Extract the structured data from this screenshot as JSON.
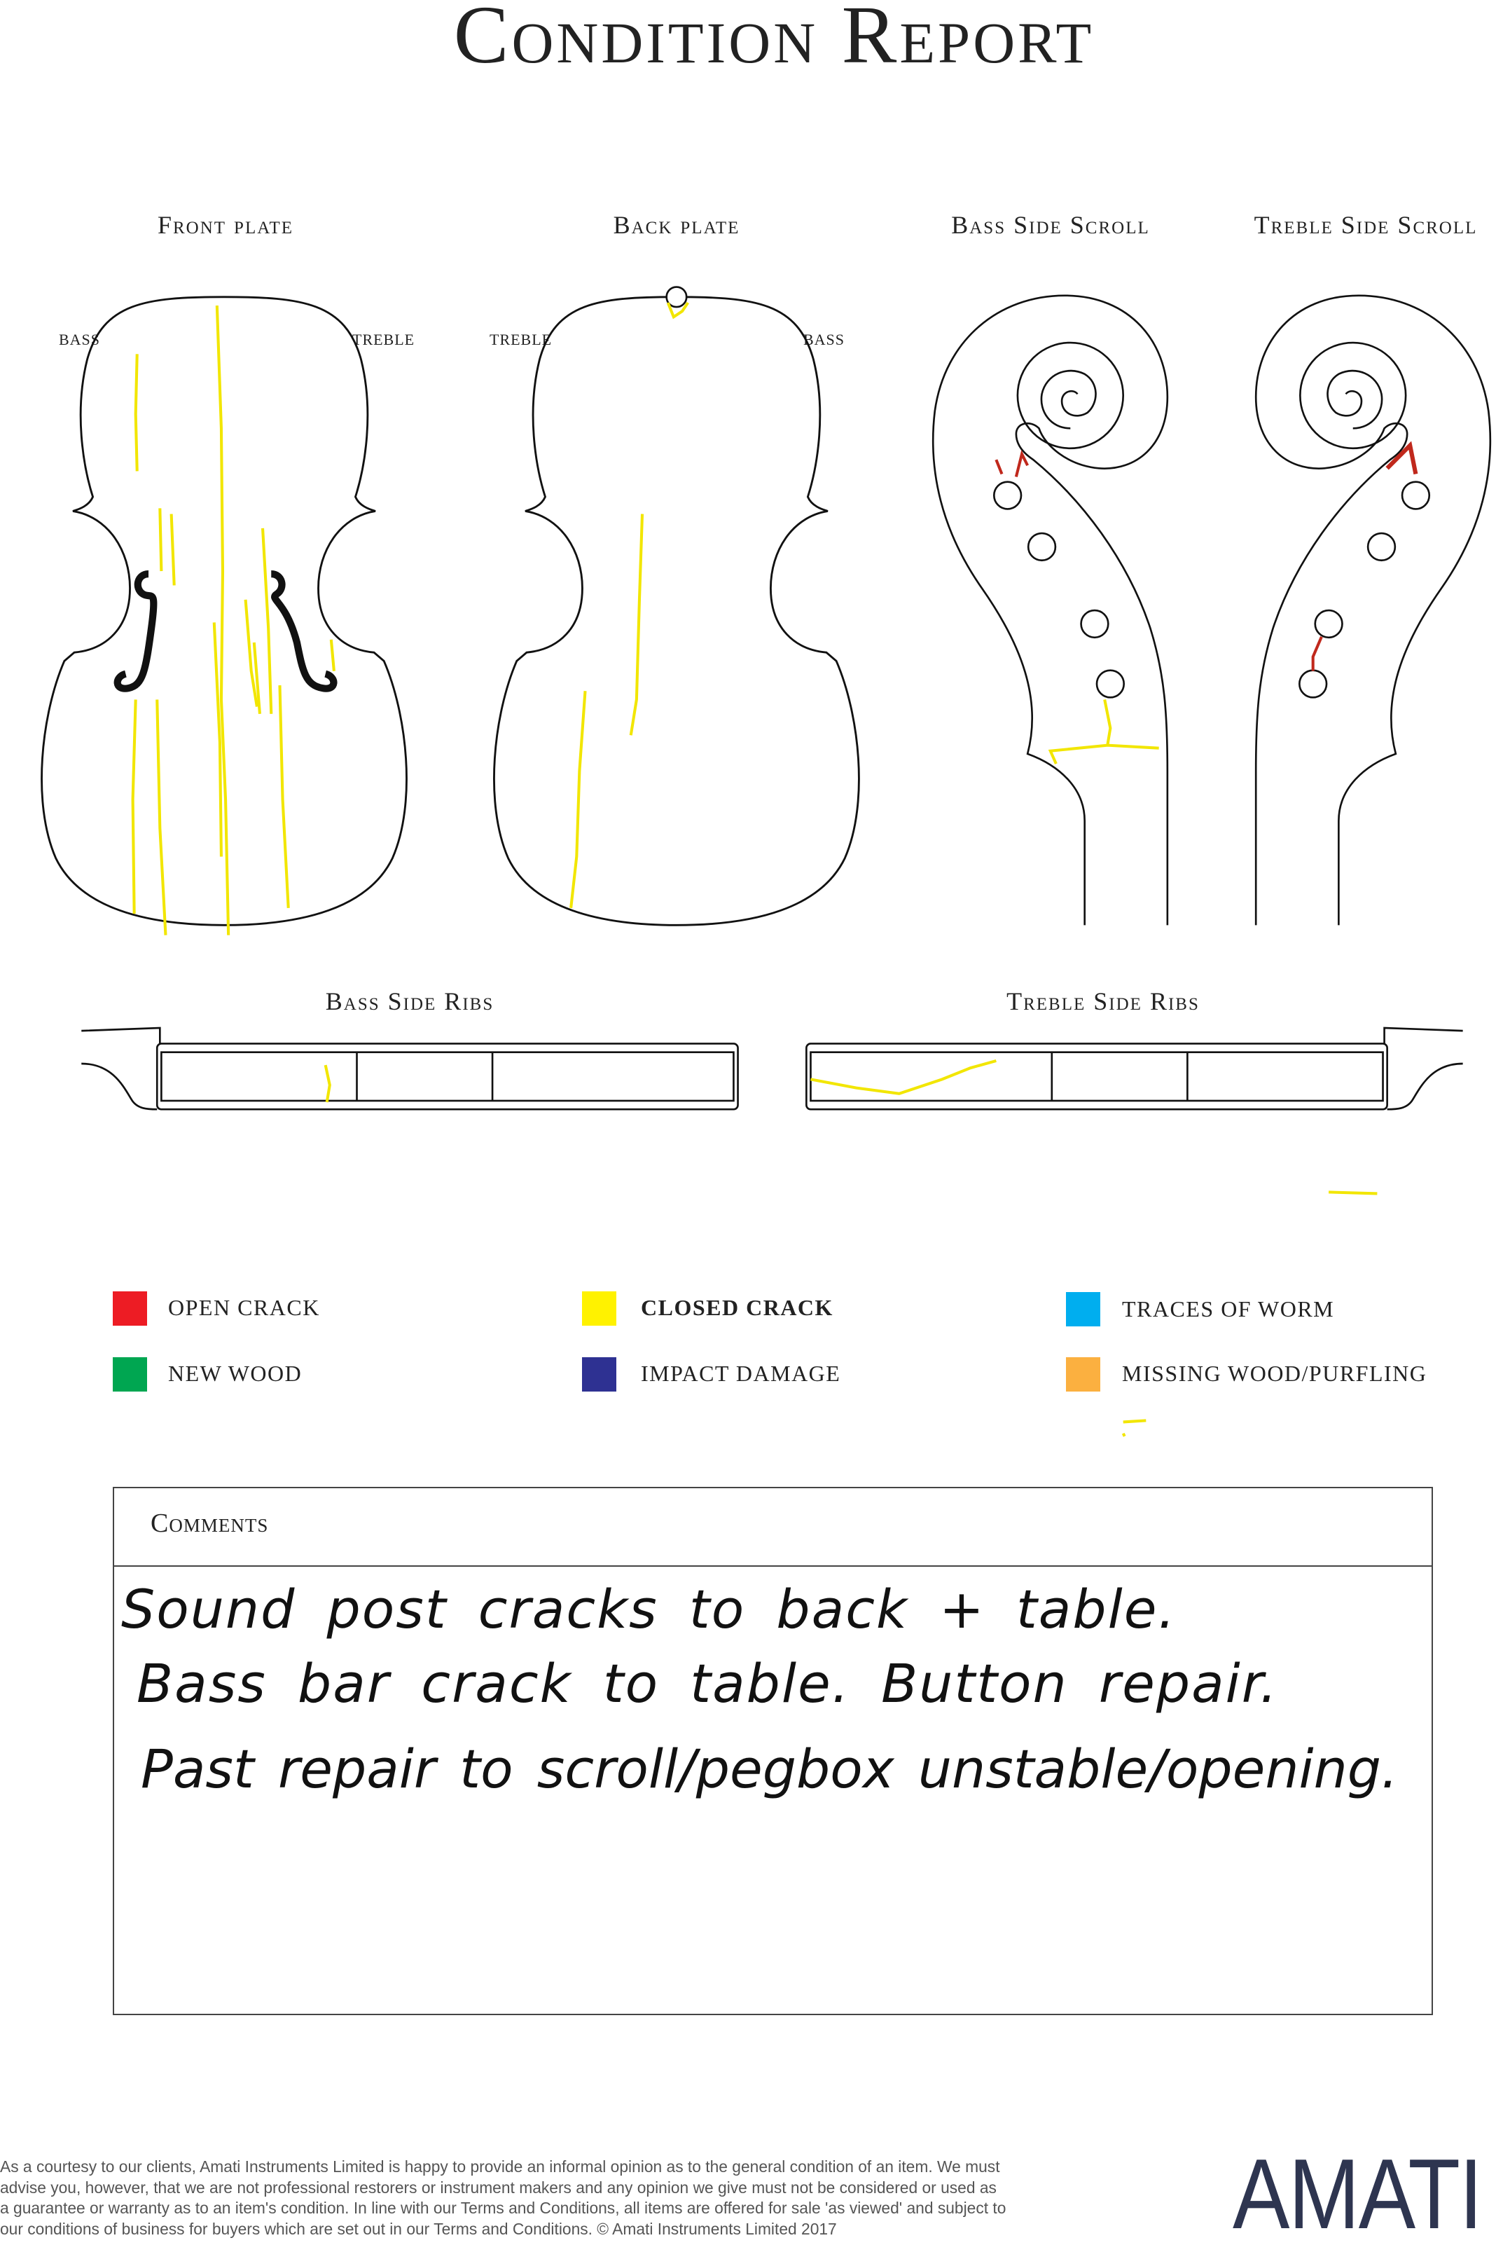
{
  "title": "Condition Report",
  "views": {
    "front_plate": {
      "label": "Front plate",
      "left": "BASS",
      "right": "TREBLE"
    },
    "back_plate": {
      "label": "Back plate",
      "left": "TREBLE",
      "right": "BASS"
    },
    "bass_side_scroll": {
      "label": "Bass Side Scroll"
    },
    "treble_side_scroll": {
      "label": "Treble Side Scroll"
    },
    "bass_side_ribs": {
      "label": "Bass Side Ribs"
    },
    "treble_side_ribs": {
      "label": "Treble Side Ribs"
    }
  },
  "legend": [
    {
      "label": "OPEN CRACK",
      "color": "#ed1c24"
    },
    {
      "label": "CLOSED CRACK",
      "color": "#fff200"
    },
    {
      "label": "TRACES OF WORM",
      "color": "#00aeef"
    },
    {
      "label": "NEW WOOD",
      "color": "#00a651"
    },
    {
      "label": "IMPACT DAMAGE",
      "color": "#2e3192"
    },
    {
      "label": "MISSING WOOD/PURFLING",
      "color": "#fbb040"
    }
  ],
  "comments": {
    "label": "Comments",
    "lines": [
      "Sound post cracks to back + table.",
      "Bass bar crack to table. Button repair.",
      "Past repair to scroll/pegbox unstable/opening."
    ]
  },
  "footer": {
    "lines": [
      "As a courtesy to our clients, Amati Instruments Limited is happy to provide an informal opinion as to the general condition of an item. We must",
      "advise you, however, that we are not professional restorers or instrument makers and any opinion we give must not be considered or used as",
      "a guarantee or warranty as to an item's condition. In line with our Terms and Conditions, all items are offered for sale 'as viewed' and subject to",
      "our conditions of business for buyers which are set out in our Terms and Conditions. © Amati Instruments Limited 2017"
    ],
    "logo": "AMATI"
  },
  "colors": {
    "closed_crack_mark": "#f2e600",
    "open_crack_mark": "#c0281c",
    "logo": "#2e3550"
  }
}
